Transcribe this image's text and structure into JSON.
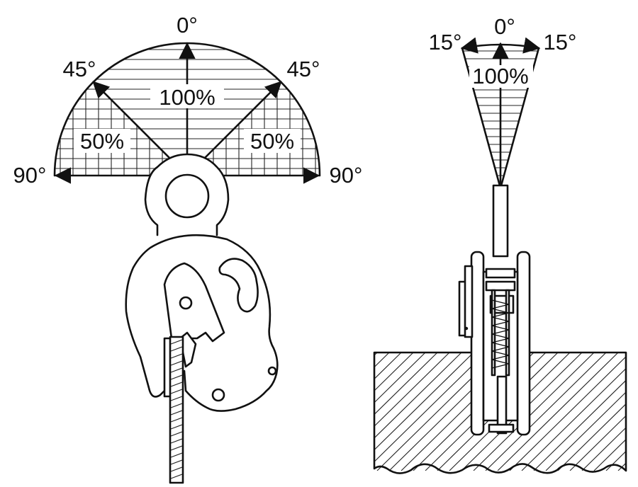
{
  "left_diagram": {
    "angle_top": "0°",
    "angle_left_45": "45°",
    "angle_right_45": "45°",
    "angle_left_90": "90°",
    "angle_right_90": "90°",
    "capacity_center": "100%",
    "capacity_left": "50%",
    "capacity_right": "50%"
  },
  "right_diagram": {
    "angle_top": "0°",
    "angle_left": "15°",
    "angle_right": "15°",
    "capacity_center": "100%"
  },
  "colors": {
    "ink": "#111111",
    "background": "#ffffff"
  }
}
